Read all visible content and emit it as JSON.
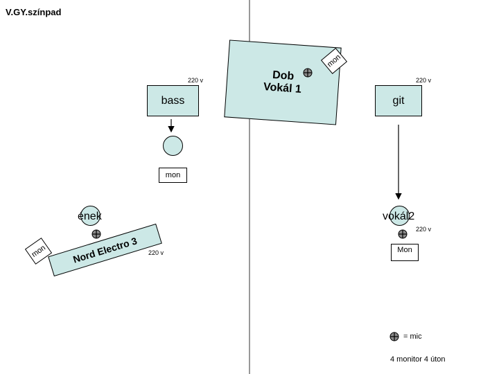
{
  "title": "V.GY.színpad",
  "drums": {
    "line1": "Dob",
    "line2": "Vokál 1",
    "monitor": "mon"
  },
  "bass": {
    "label": "bass",
    "voltage": "220 v",
    "monitor": "mon"
  },
  "guitar": {
    "label": "git",
    "voltage": "220 v"
  },
  "singer": {
    "label": "ének"
  },
  "keyboard": {
    "label": "Nord Electro 3",
    "voltage": "220 v",
    "monitor": "mon"
  },
  "vocal2": {
    "label": "vokál2",
    "voltage": "220 v",
    "monitor": "Mon"
  },
  "legend": {
    "mic_text": "= mic",
    "note": "4 monitor 4 úton"
  },
  "colors": {
    "box_fill": "#cce8e6",
    "mic_fill": "#8a8a8a"
  }
}
